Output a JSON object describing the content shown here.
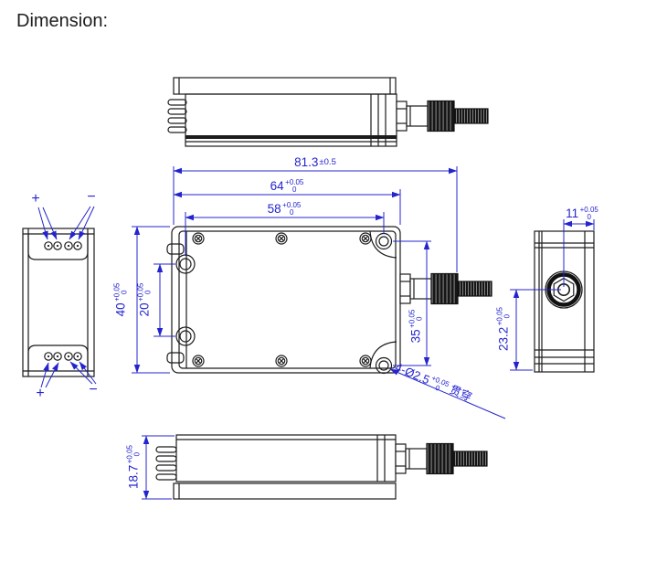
{
  "title": "Dimension:",
  "colors": {
    "dimension_blue": "#2424cf",
    "line_black": "#1c1c1c"
  },
  "dims": {
    "overall_length": {
      "value": "81.3",
      "tol": "±0.5"
    },
    "body_length": {
      "value": "64",
      "tol_plus": "+0.05",
      "tol_zero": "0"
    },
    "hole_span_h": {
      "value": "58",
      "tol_plus": "+0.05",
      "tol_zero": "0"
    },
    "body_height": {
      "value": "40",
      "tol_plus": "+0.05",
      "tol_zero": "0"
    },
    "pin_hole_span": {
      "value": "20",
      "tol_plus": "+0.05",
      "tol_zero": "0"
    },
    "hole_span_v": {
      "value": "35",
      "tol_plus": "+0.05",
      "tol_zero": "0"
    },
    "port_offset": {
      "value": "11",
      "tol_plus": "+0.05",
      "tol_zero": "0"
    },
    "port_center_height": {
      "value": "23.2",
      "tol_plus": "+0.05",
      "tol_zero": "0"
    },
    "base_thickness": {
      "value": "18.7",
      "tol_plus": "+0.05",
      "tol_zero": "0"
    },
    "through_holes": {
      "prefix": "4-Ø2.5",
      "tol_plus": "+0.05",
      "tol_zero": "0",
      "suffix": "贯穿"
    }
  },
  "polarity": {
    "plus": "+",
    "minus": "−"
  }
}
